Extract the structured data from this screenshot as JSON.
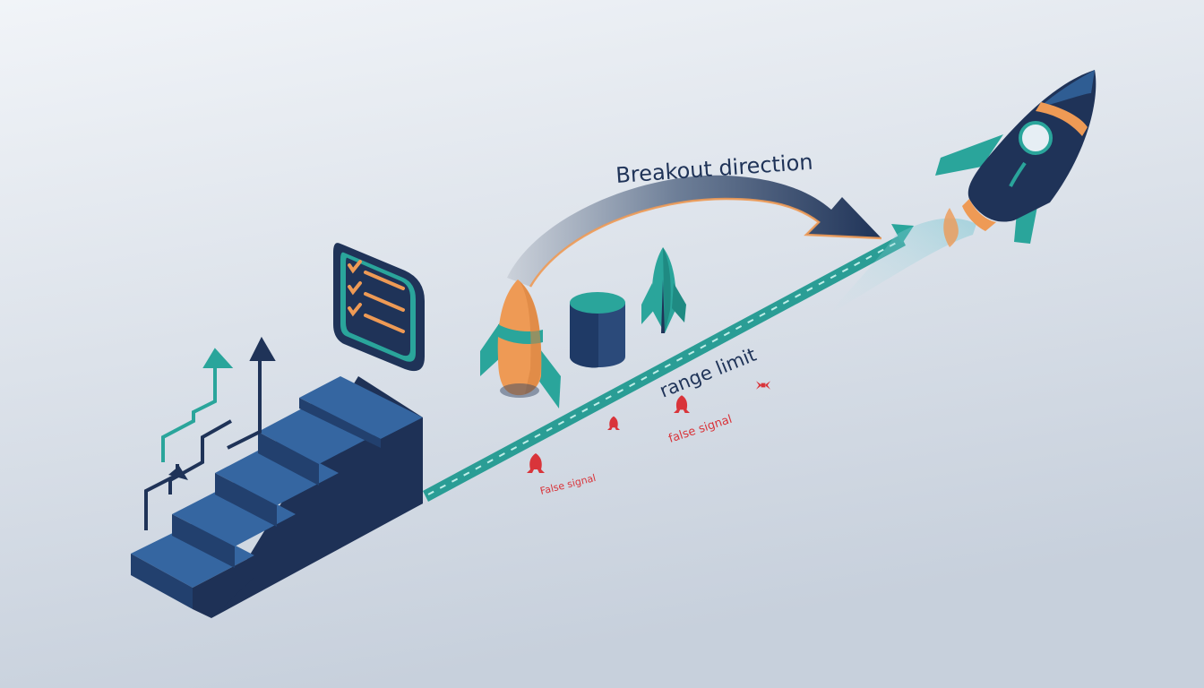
{
  "labels": {
    "breakout_direction": "Breakout direction",
    "range_limit": "range limit",
    "false_signal_1": "False signal",
    "false_signal_2": "false signal"
  },
  "colors": {
    "background_top": "#eef2f6",
    "background_bottom": "#c9d2dd",
    "navy": "#1f3358",
    "blue": "#2f5d93",
    "teal": "#2aa59b",
    "orange": "#ee9a55",
    "red": "#d9343a"
  },
  "icons": [
    "staircase-icon",
    "up-arrows-icon",
    "checklist-icon",
    "orange-rocket-icon",
    "cylinder-icon",
    "teal-rocket-icon",
    "false-signal-icon",
    "large-rocket-icon",
    "curved-arrow-icon"
  ]
}
